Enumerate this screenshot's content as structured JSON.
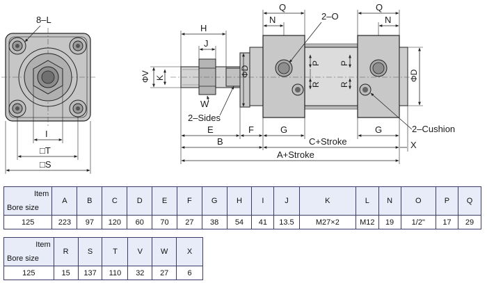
{
  "drawing": {
    "labels": {
      "eight_l": "8–L",
      "t": "□T",
      "s": "□S",
      "i": "I",
      "h": "H",
      "j": "J",
      "v": "ΦV",
      "k": "K",
      "d_small": "ΦD",
      "w": "W",
      "two_sides": "2–Sides",
      "e": "E",
      "f": "F",
      "b": "B",
      "q_left": "Q",
      "n_left": "N",
      "two_o": "2–O",
      "q_right": "Q",
      "n_right": "N",
      "p1": "P",
      "r1": "R",
      "p2": "P",
      "r2": "R",
      "phi_d": "ΦD",
      "g_left": "G",
      "g_right": "G",
      "c_stroke": "C+Stroke",
      "a_stroke": "A+Stroke",
      "x": "X",
      "two_cushion": "2–Cushion"
    }
  },
  "table1": {
    "item_label": "Item",
    "bore_label": "Bore size",
    "headers": [
      "A",
      "B",
      "C",
      "D",
      "E",
      "F",
      "G",
      "H",
      "I",
      "J",
      "K",
      "L",
      "N",
      "O",
      "P",
      "Q"
    ],
    "row": [
      "125",
      "223",
      "97",
      "120",
      "60",
      "70",
      "27",
      "38",
      "54",
      "41",
      "13.5",
      "M27×2",
      "M12",
      "19",
      "1/2\"",
      "17",
      "29"
    ]
  },
  "table2": {
    "item_label": "Item",
    "bore_label": "Bore size",
    "headers": [
      "R",
      "S",
      "T",
      "V",
      "W",
      "X"
    ],
    "row": [
      "125",
      "15",
      "137",
      "110",
      "32",
      "27",
      "6"
    ]
  }
}
